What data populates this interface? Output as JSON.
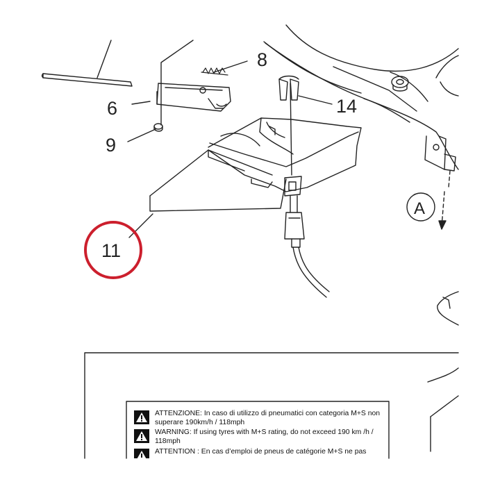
{
  "diagram": {
    "callouts": {
      "part_6": "6",
      "part_8": "8",
      "part_9": "9",
      "part_11": "11",
      "part_14": "14",
      "view_a": "A"
    },
    "highlight_color": "#cc1f2d",
    "line_color": "#222222"
  },
  "warning_panel": {
    "rows": [
      {
        "keyword": "ATTENZIONE:",
        "text": " In caso di utilizzo di pneumatici con categoria M+S non superare 190km/h / 118mph"
      },
      {
        "keyword": "WARNING:",
        "text": " If using tyres with M+S rating, do not exceed 190 km /h / 118mph"
      },
      {
        "keyword": "ATTENTION :",
        "text": " En cas d’emploi de pneus de catégorie M+S ne pas"
      }
    ]
  }
}
